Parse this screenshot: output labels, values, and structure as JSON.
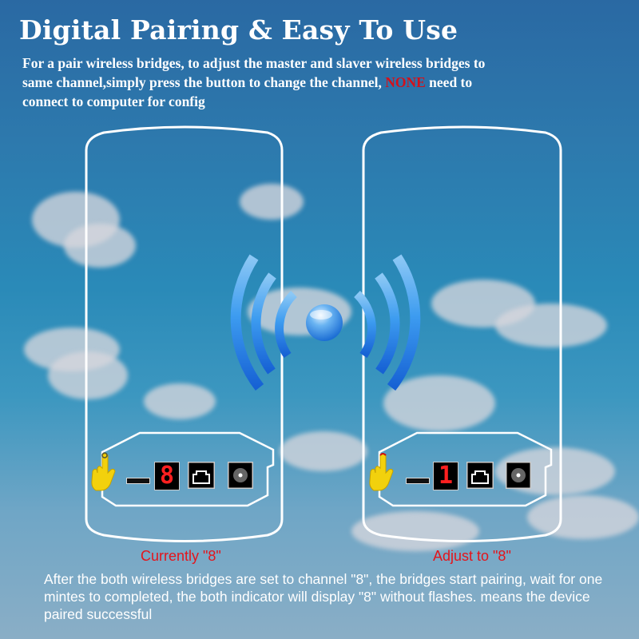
{
  "header": {
    "title": "Digital Pairing & Easy To Use",
    "intro_before": "For a pair wireless bridges, to adjust the master and slaver wireless bridges to same channel,simply press the button to change the channel, ",
    "intro_highlight": "NONE",
    "intro_after": " need to connect to computer for config"
  },
  "bridges": [
    {
      "role": "left",
      "display_digit": "8",
      "caption": "Currently \"8\"",
      "icons": [
        "hand-press-icon",
        "button-slot-icon",
        "seven-segment-display",
        "ethernet-port-icon",
        "power-jack-icon"
      ]
    },
    {
      "role": "right",
      "display_digit": "1",
      "caption": "Adjust to \"8\"",
      "icons": [
        "hand-press-icon",
        "button-slot-icon",
        "seven-segment-display",
        "ethernet-port-icon",
        "power-jack-icon"
      ]
    }
  ],
  "signal": {
    "icon": "wireless-signal-icon"
  },
  "footer": {
    "text": "After the both wireless bridges are set to channel \"8\", the bridges start pairing, wait for one mintes to completed, the both indicator will display \"8\" without flashes. means the device paired successful"
  },
  "colors": {
    "accent_red": "#e4141b",
    "highlight_red": "#d3111b",
    "signal_blue": "#1f7fe0",
    "segment_red": "#ff2020"
  }
}
